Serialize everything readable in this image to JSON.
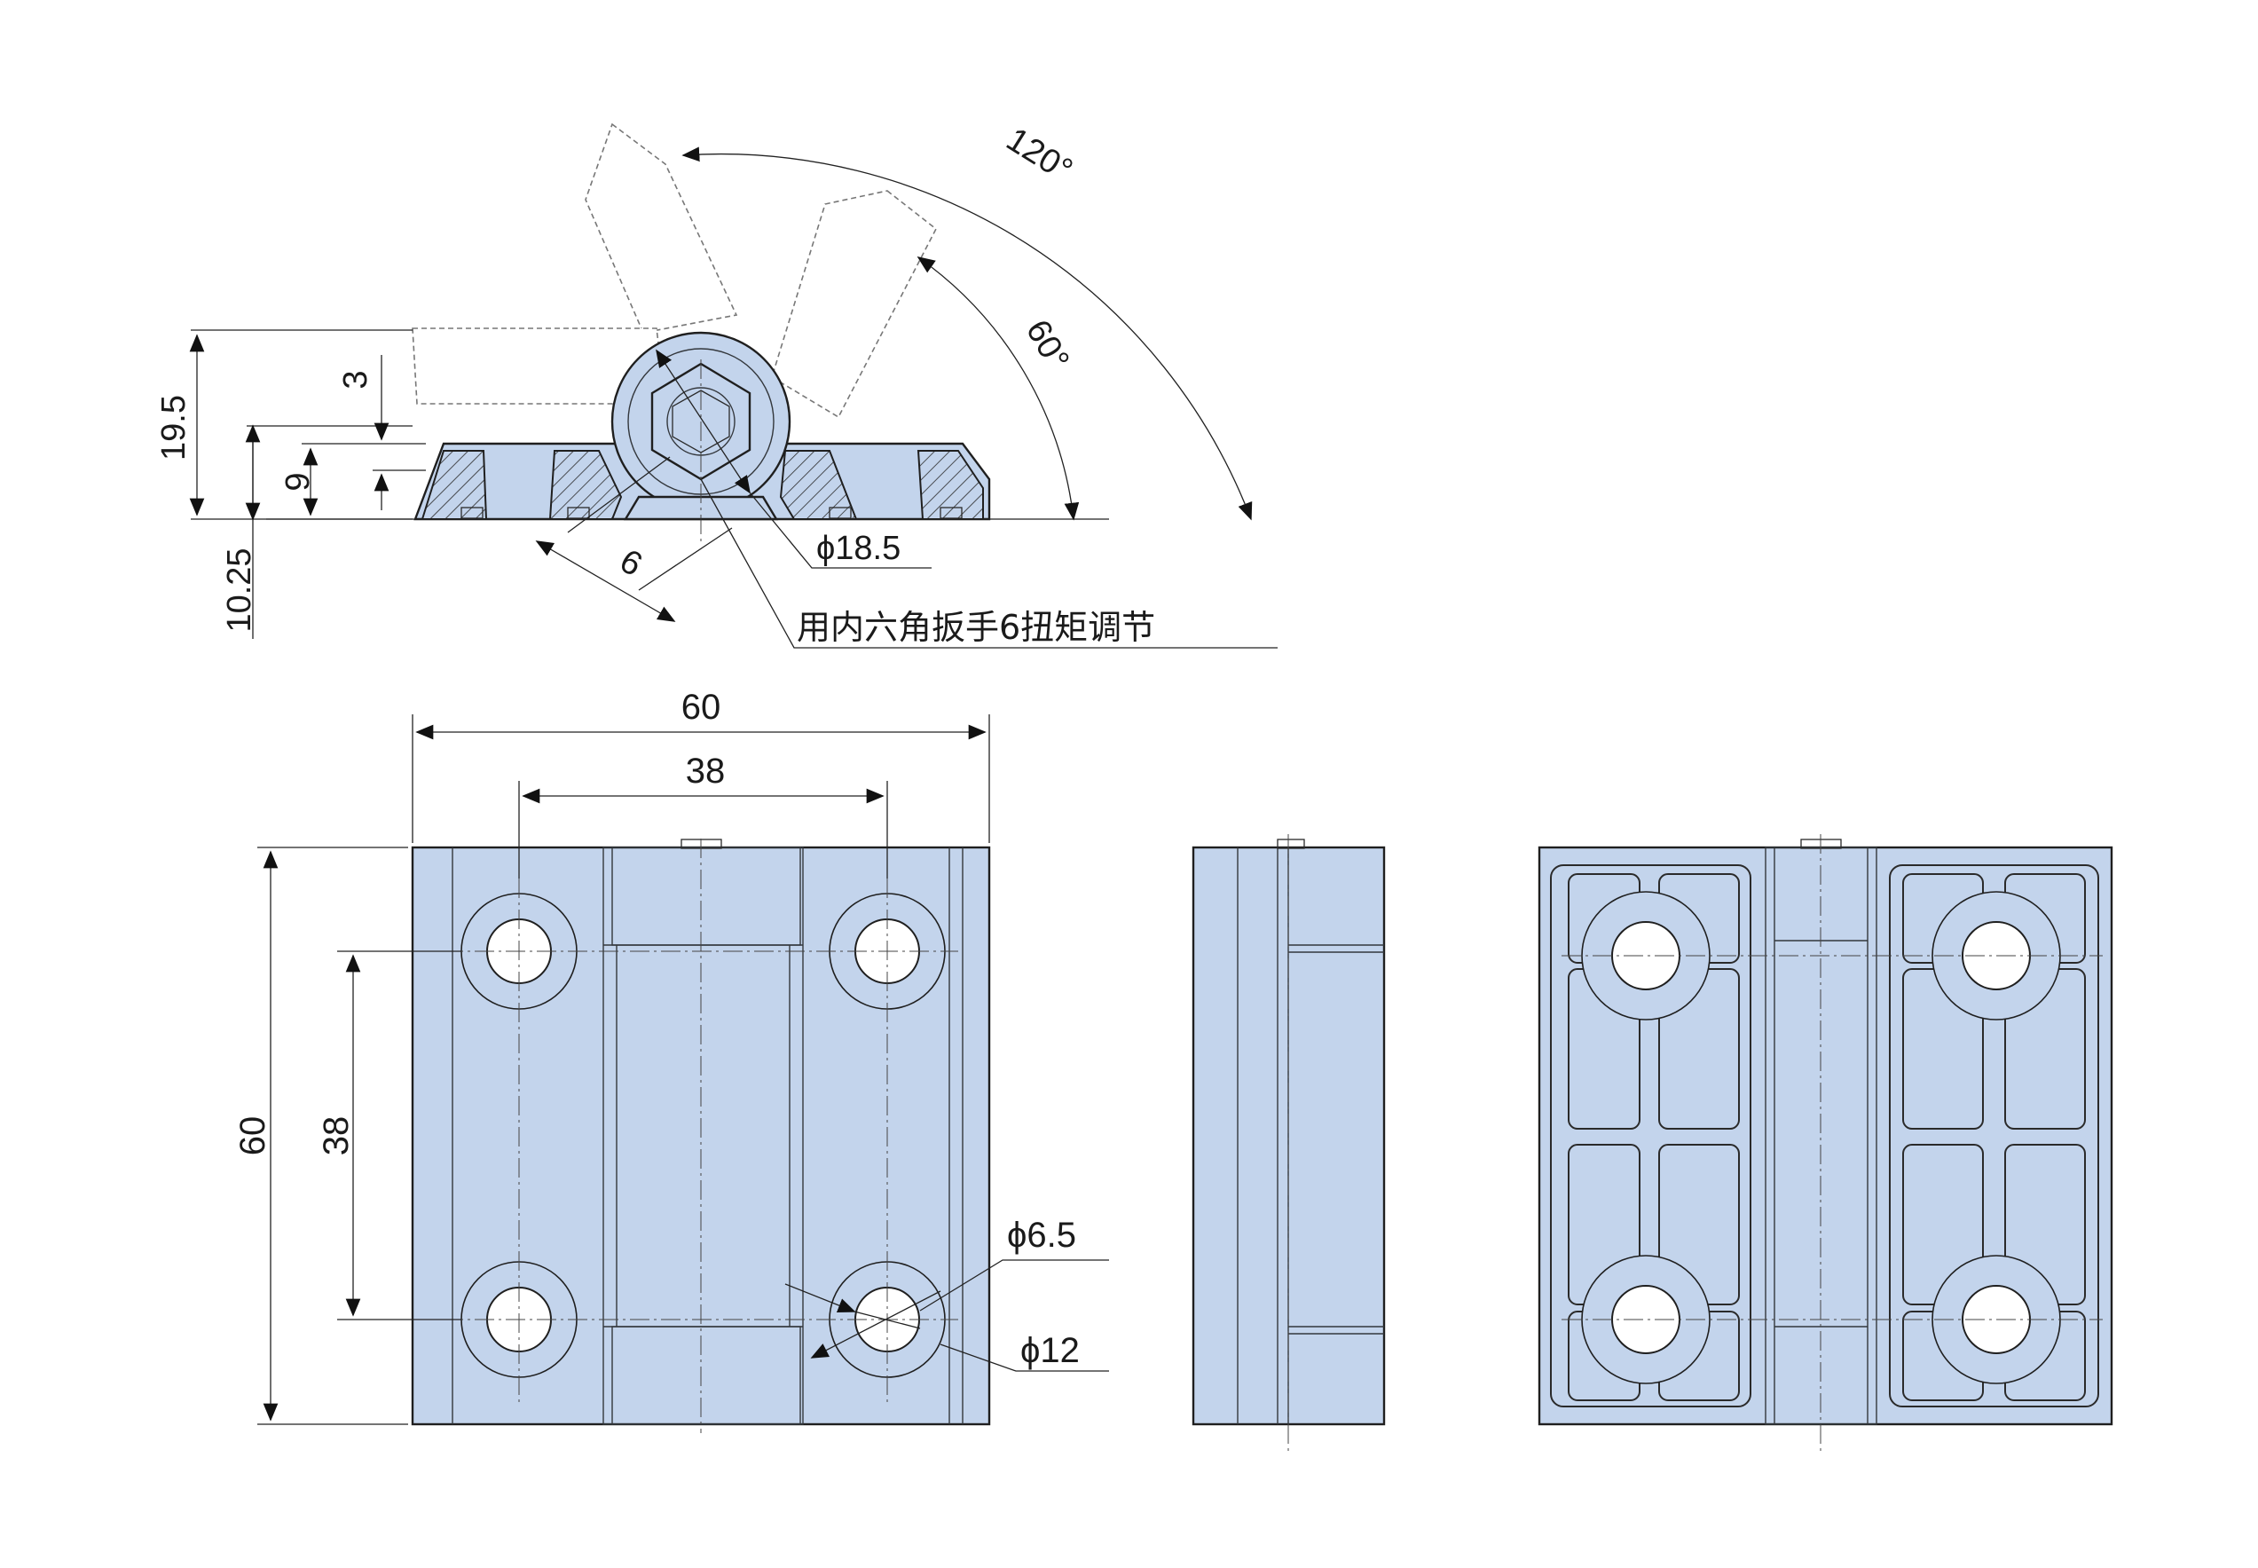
{
  "labels": {
    "angle_large": "120°",
    "angle_small": "60°",
    "dim_height_total": "19.5",
    "dim_lever_thickness": "3",
    "dim_base_thickness": "9",
    "dim_pivot_height": "10.25",
    "dim_hex_size": "6",
    "dim_hinge_diameter": "ϕ18.5",
    "note_adjustment": "用内六角扳手6扭矩调节",
    "dim_width": "60",
    "dim_hole_spacing_x": "38",
    "dim_height": "60",
    "dim_hole_spacing_y": "38",
    "dim_hole_diameter": "ϕ6.5",
    "dim_counterbore_diameter": "ϕ12"
  },
  "colors": {
    "part_fill": "#c3d4ec",
    "outline": "#1f1f1f",
    "background": "#ffffff"
  }
}
